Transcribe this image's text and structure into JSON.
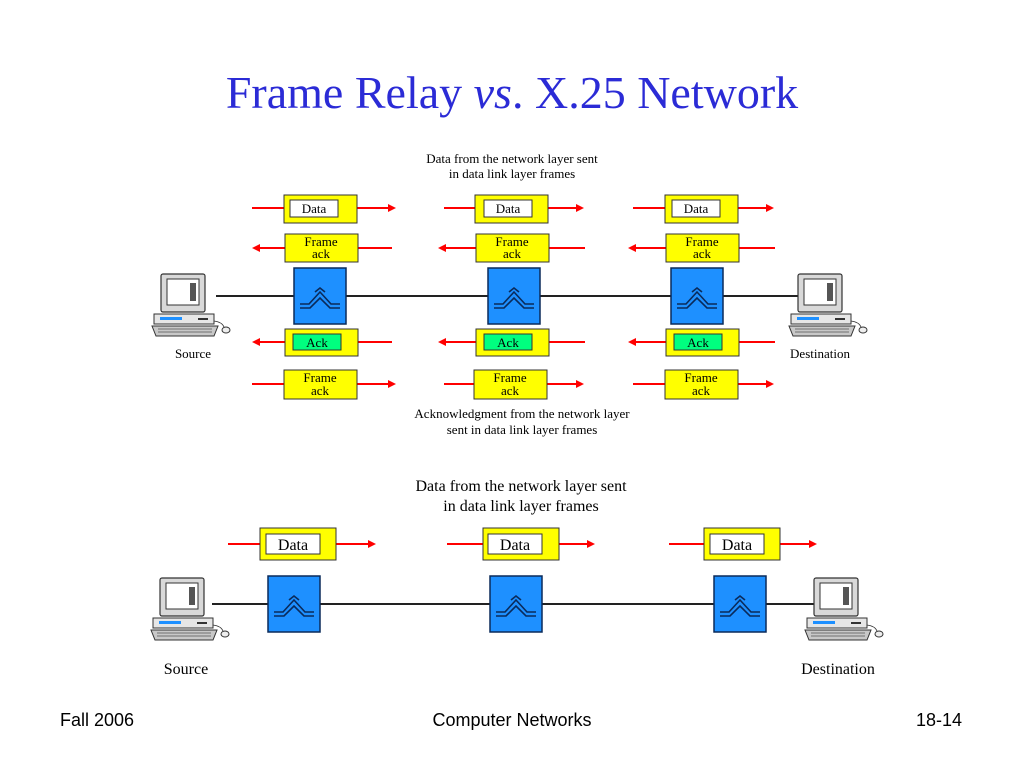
{
  "title": {
    "part1": "Frame Relay ",
    "italic": "vs",
    "part2": ". X.25 Network"
  },
  "top_diagram": {
    "caption_top_line1": "Data from the network layer sent",
    "caption_top_line2": "in data link layer frames",
    "caption_bottom_line1": "Acknowledgment from the network layer",
    "caption_bottom_line2": "sent in data link layer frames",
    "data_label": "Data",
    "frame_ack_line1": "Frame",
    "frame_ack_line2": "ack",
    "ack_label": "Ack",
    "source_label": "Source",
    "destination_label": "Destination"
  },
  "bottom_diagram": {
    "caption_line1": "Data from the network layer sent",
    "caption_line2": "in data link layer frames",
    "data_label": "Data",
    "source_label": "Source",
    "destination_label": "Destination"
  },
  "footer": {
    "left": "Fall 2006",
    "center": "Computer Networks",
    "right": "18-14"
  },
  "colors": {
    "title": "#2b2bd6",
    "frame_box": "#ffff00",
    "ack_box": "#00ff7f",
    "switch": "#1e90ff",
    "arrow": "#ff0000"
  },
  "icons": [
    "computer-icon",
    "switch-icon"
  ]
}
